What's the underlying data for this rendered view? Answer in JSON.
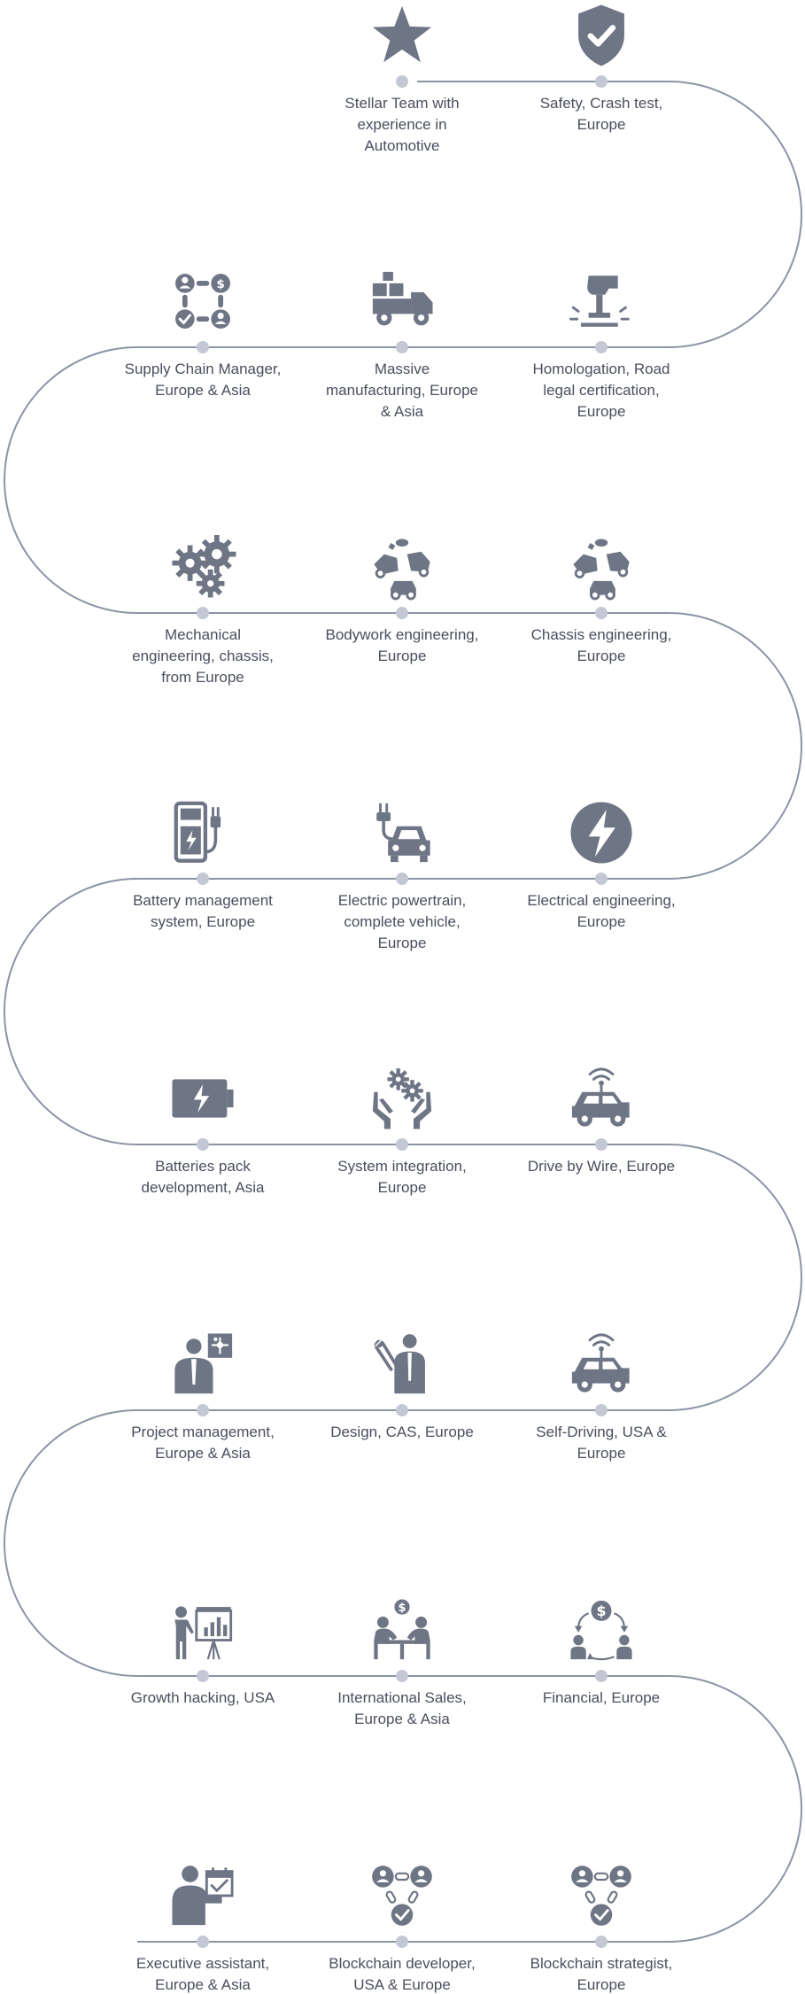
{
  "colors": {
    "icon": "#6e7585",
    "dot": "#c3c8d4",
    "path": "#8c93a6",
    "text": "#4a4f5e"
  },
  "rows": [
    {
      "items": [
        {
          "col": 1,
          "icon": "star-icon",
          "label": [
            "Stellar Team with",
            "experience in",
            "Automotive"
          ]
        },
        {
          "col": 2,
          "icon": "shield-check-icon",
          "label": [
            "Safety, Crash test,",
            "Europe"
          ]
        }
      ]
    },
    {
      "items": [
        {
          "col": 0,
          "icon": "supply-chain-icon",
          "label": [
            "Supply Chain Manager,",
            "Europe & Asia"
          ]
        },
        {
          "col": 1,
          "icon": "delivery-truck-icon",
          "label": [
            "Massive",
            "manufacturing, Europe",
            "& Asia"
          ]
        },
        {
          "col": 2,
          "icon": "stamp-icon",
          "label": [
            "Homologation, Road",
            "legal certification,",
            "Europe"
          ]
        }
      ]
    },
    {
      "items": [
        {
          "col": 0,
          "icon": "gears-icon",
          "label": [
            "Mechanical",
            "engineering, chassis,",
            "from Europe"
          ]
        },
        {
          "col": 1,
          "icon": "car-parts-icon",
          "label": [
            "Bodywork engineering,",
            "Europe"
          ]
        },
        {
          "col": 2,
          "icon": "car-parts-icon",
          "label": [
            "Chassis engineering,",
            "Europe"
          ]
        }
      ]
    },
    {
      "items": [
        {
          "col": 0,
          "icon": "charging-station-icon",
          "label": [
            "Battery management",
            "system, Europe"
          ]
        },
        {
          "col": 1,
          "icon": "electric-car-plug-icon",
          "label": [
            "Electric powertrain,",
            "complete vehicle,",
            "Europe"
          ]
        },
        {
          "col": 2,
          "icon": "lightning-circle-icon",
          "label": [
            "Electrical engineering,",
            "Europe"
          ]
        }
      ]
    },
    {
      "items": [
        {
          "col": 0,
          "icon": "battery-icon",
          "label": [
            "Batteries pack",
            "development, Asia"
          ]
        },
        {
          "col": 1,
          "icon": "hands-gears-icon",
          "label": [
            "System integration,",
            "Europe"
          ]
        },
        {
          "col": 2,
          "icon": "connected-car-icon",
          "label": [
            "Drive by Wire, Europe"
          ]
        }
      ]
    },
    {
      "items": [
        {
          "col": 0,
          "icon": "manager-puzzle-icon",
          "label": [
            "Project management,",
            "Europe & Asia"
          ]
        },
        {
          "col": 1,
          "icon": "designer-icon",
          "label": [
            "Design, CAS, Europe"
          ]
        },
        {
          "col": 2,
          "icon": "connected-car-icon",
          "label": [
            "Self-Driving, USA &",
            "Europe"
          ]
        }
      ]
    },
    {
      "items": [
        {
          "col": 0,
          "icon": "presentation-icon",
          "label": [
            "Growth hacking, USA"
          ]
        },
        {
          "col": 1,
          "icon": "meeting-icon",
          "label": [
            "International Sales,",
            "Europe & Asia"
          ]
        },
        {
          "col": 2,
          "icon": "finance-cycle-icon",
          "label": [
            "Financial, Europe"
          ]
        }
      ]
    },
    {
      "items": [
        {
          "col": 0,
          "icon": "executive-calendar-icon",
          "label": [
            "Executive assistant,",
            "Europe & Asia"
          ]
        },
        {
          "col": 1,
          "icon": "blockchain-people-icon",
          "label": [
            "Blockchain developer,",
            "USA & Europe"
          ]
        },
        {
          "col": 2,
          "icon": "blockchain-people-icon",
          "label": [
            "Blockchain strategist,",
            "Europe"
          ]
        }
      ]
    }
  ]
}
